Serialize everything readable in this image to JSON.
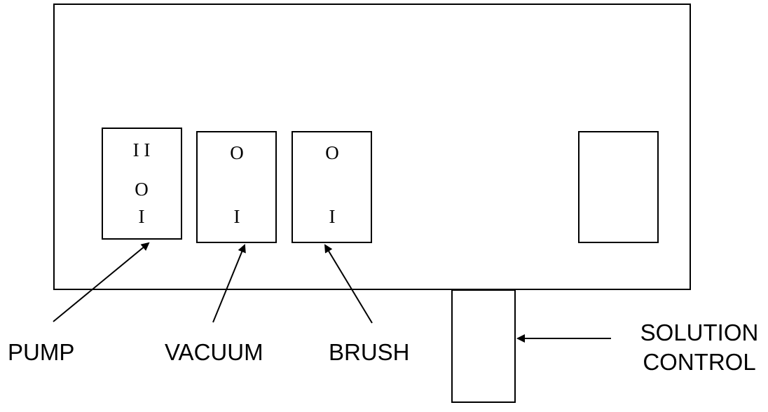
{
  "switches": {
    "pump": {
      "positions": [
        "I I",
        "O",
        "I"
      ]
    },
    "vacuum": {
      "positions": [
        "O",
        "I"
      ]
    },
    "brush": {
      "positions": [
        "O",
        "I"
      ]
    }
  },
  "labels": {
    "pump": "PUMP",
    "vacuum": "VACUUM",
    "brush": "BRUSH",
    "solution_control_line1": "SOLUTION",
    "solution_control_line2": "CONTROL"
  }
}
